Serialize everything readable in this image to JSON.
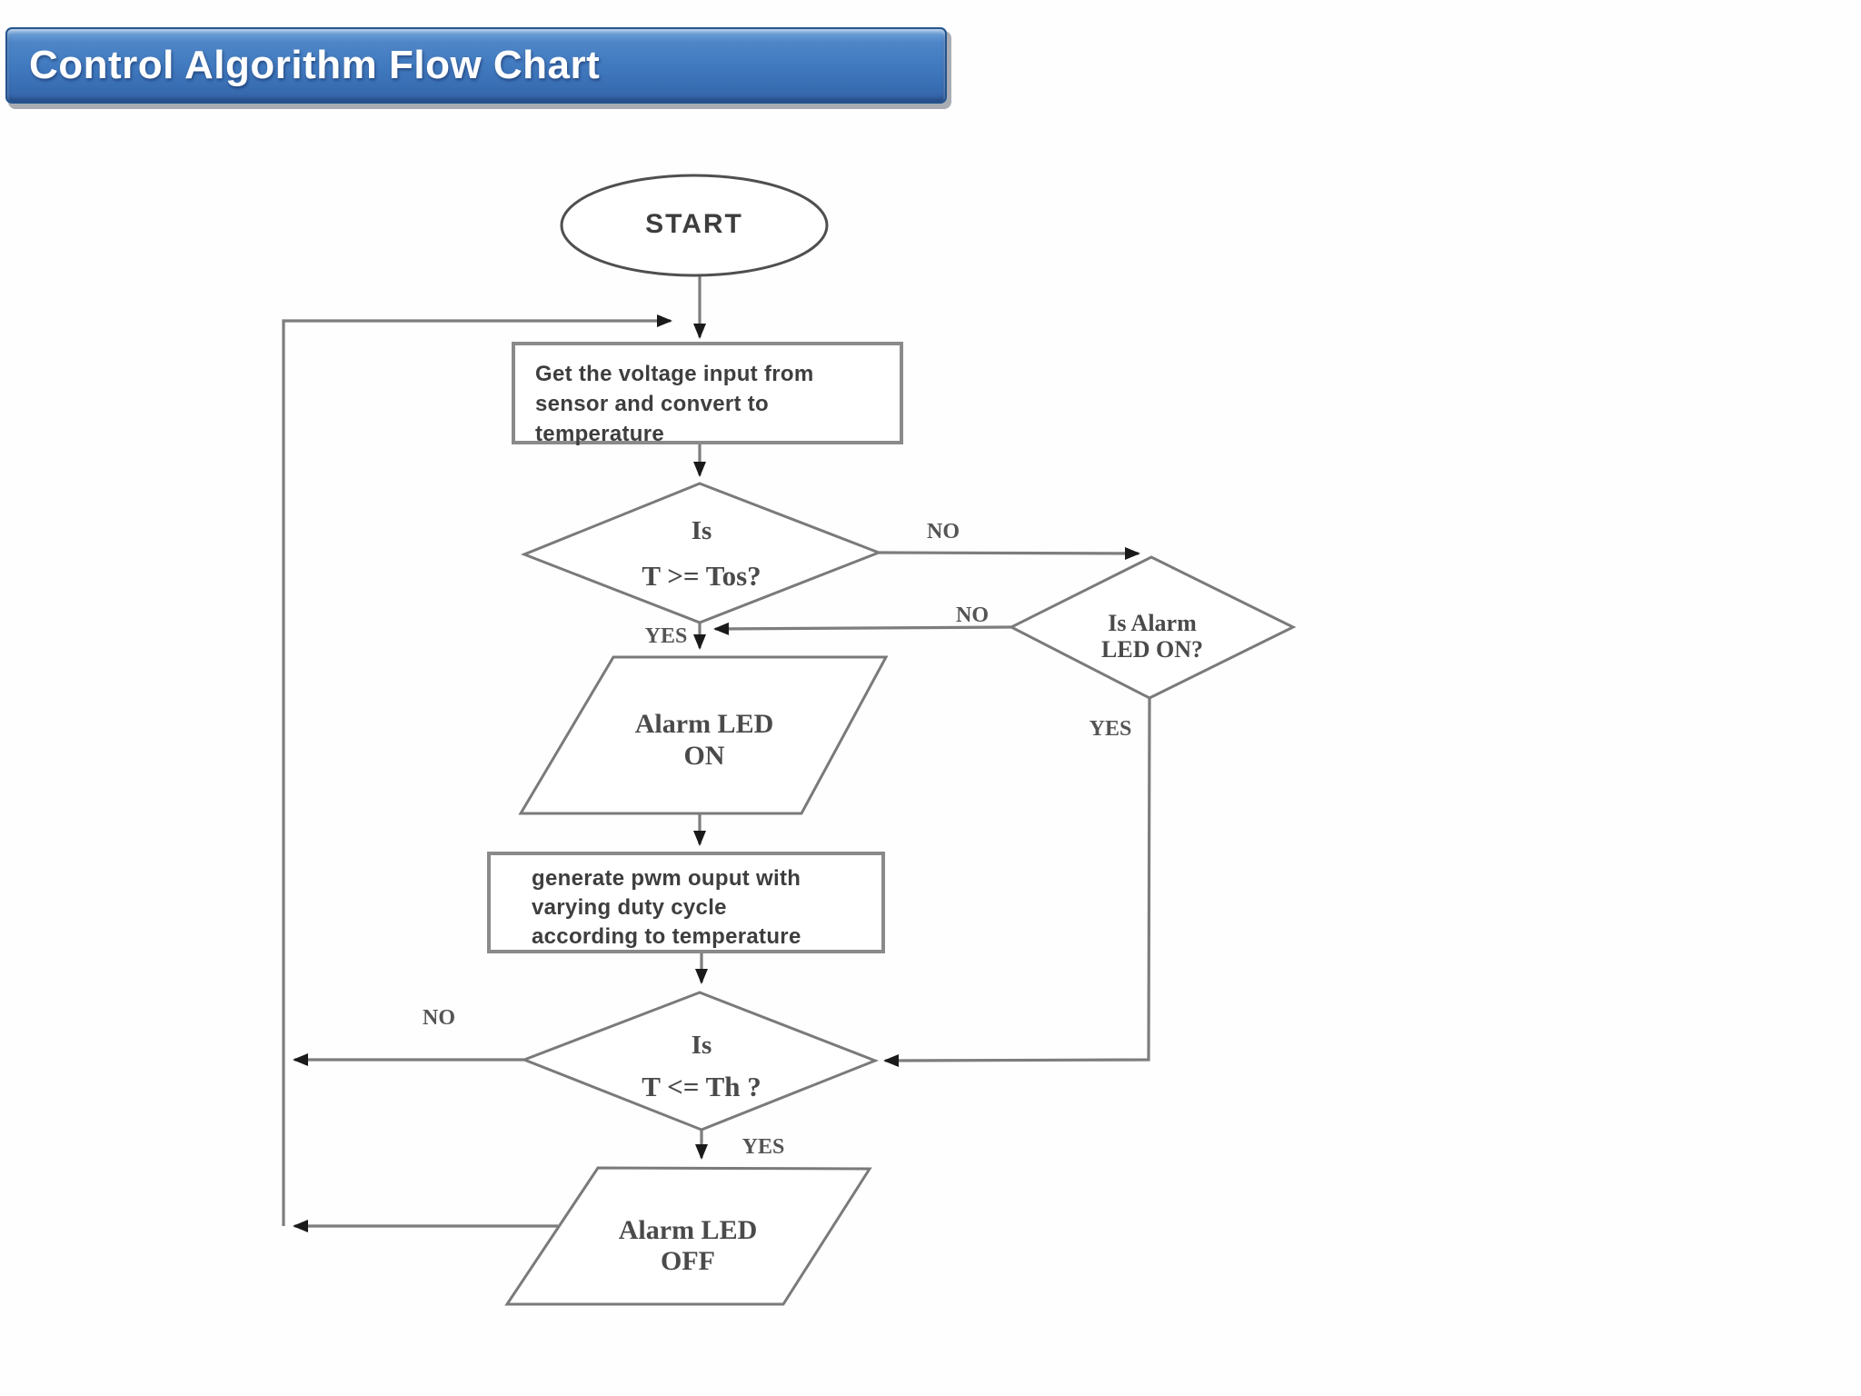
{
  "banner": {
    "title": "Control Algorithm Flow Chart"
  },
  "flowchart": {
    "nodes": {
      "start": {
        "label": "START"
      },
      "read_sensor": {
        "lines": [
          "Get the voltage input from",
          "sensor and convert to",
          "temperature"
        ]
      },
      "decision_tos": {
        "lines": [
          "Is",
          "T >= Tos?"
        ]
      },
      "decision_alarm_led": {
        "lines": [
          "Is Alarm",
          "LED ON?"
        ]
      },
      "alarm_led_on": {
        "lines": [
          "Alarm LED",
          "ON"
        ]
      },
      "generate_pwm": {
        "lines": [
          "generate pwm ouput with",
          "varying duty cycle",
          "according to temperature"
        ]
      },
      "decision_th": {
        "lines": [
          "Is",
          "T <= Th ?"
        ]
      },
      "alarm_led_off": {
        "lines": [
          "Alarm LED",
          "OFF"
        ]
      }
    },
    "edge_labels": {
      "tos_no": "NO",
      "tos_yes": "YES",
      "alarm_no": "NO",
      "alarm_yes": "YES",
      "th_no": "NO",
      "th_yes": "YES"
    }
  },
  "colors": {
    "banner_blue": "#3f78bd",
    "banner_border": "#24548e",
    "connector_gray": "#7d7d7d",
    "arrow_black": "#1a1a1a",
    "shape_border_gray": "#8a8a8a",
    "text_gray": "#424242"
  }
}
